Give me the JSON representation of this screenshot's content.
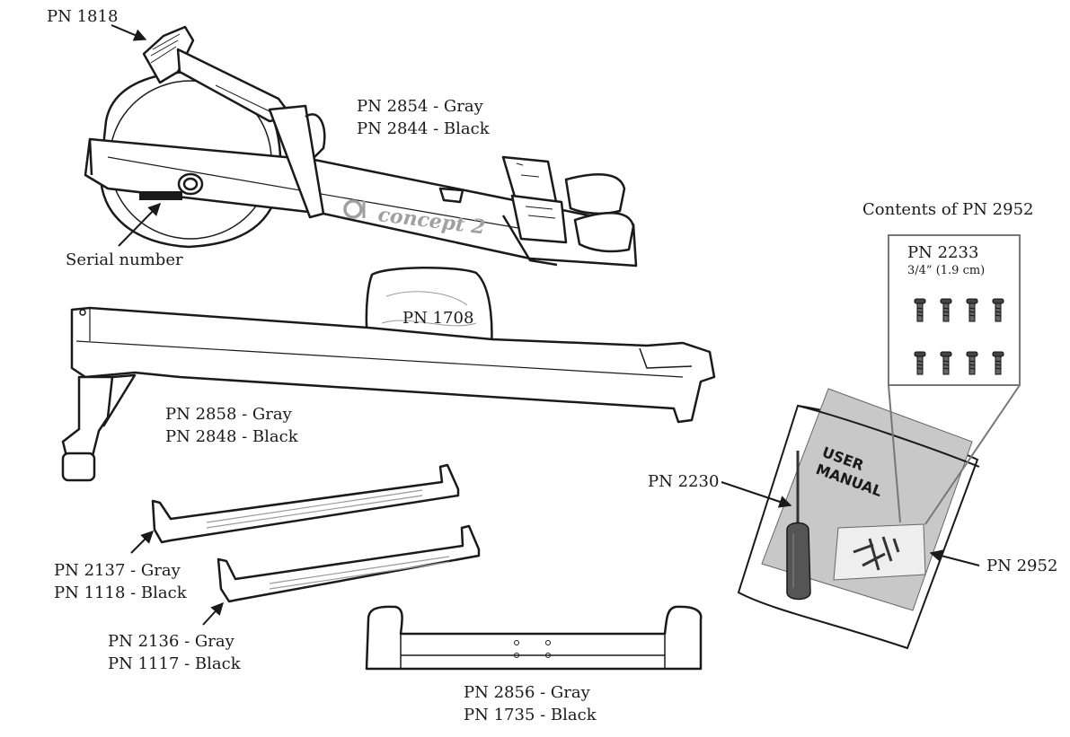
{
  "brand": {
    "logo_text": "concept 2"
  },
  "bag": {
    "manual_line1": "USER",
    "manual_line2": "MANUAL"
  },
  "labels": {
    "monitor_arm": "PN 1818",
    "footrest": [
      "PN 2854 - Gray",
      "PN 2844 - Black"
    ],
    "serial": "Serial number",
    "seat": "PN 1708",
    "monorail": [
      "PN 2858 - Gray",
      "PN 2848 - Black"
    ],
    "rail_a": [
      "PN 2137 - Gray",
      "PN 1118 - Black"
    ],
    "rail_b": [
      "PN 2136 - Gray",
      "PN 1117 - Black"
    ],
    "front_leg": [
      "PN 2856 - Gray",
      "PN 1735 - Black"
    ],
    "screwdriver": "PN 2230",
    "hardware_pack": "PN 2952",
    "contents_title": "Contents of PN 2952",
    "bolt_part": "PN 2233",
    "bolt_size": "3/4” (1.9 cm)"
  },
  "colors": {
    "line": "#1a1a1a",
    "gray_fill": "#c8c8c8",
    "logo": "#a0a0a0",
    "box": "#777777"
  }
}
